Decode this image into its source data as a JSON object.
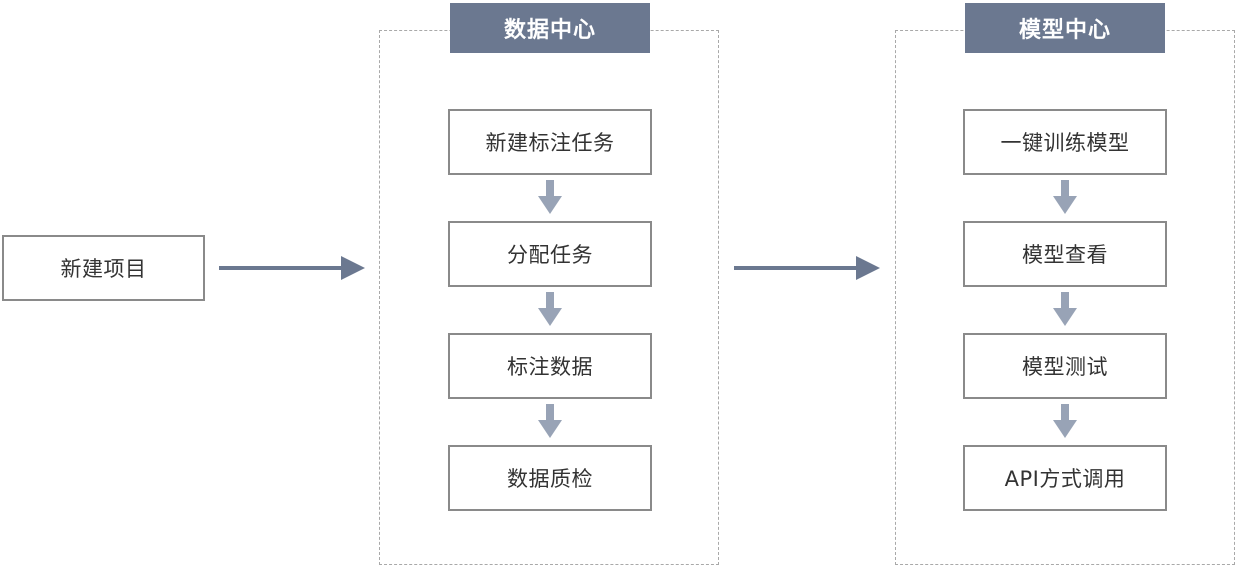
{
  "start": {
    "label": "新建项目"
  },
  "data_center": {
    "title": "数据中心",
    "steps": [
      "新建标注任务",
      "分配任务",
      "标注数据",
      "数据质检"
    ]
  },
  "model_center": {
    "title": "模型中心",
    "steps": [
      "一键训练模型",
      "模型查看",
      "模型测试",
      "API方式调用"
    ]
  },
  "colors": {
    "title_bg": "#6b7890",
    "main_arrow": "#6b7890",
    "step_arrow": "#98a3b6",
    "box_border": "#8a8a8a",
    "dashed_border": "#a9a9a9"
  }
}
